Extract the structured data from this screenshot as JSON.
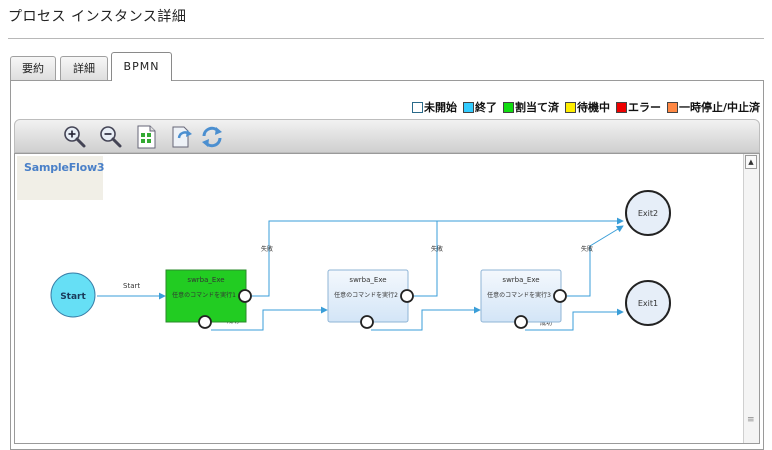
{
  "page": {
    "title": "プロセス インスタンス詳細"
  },
  "tabs": [
    {
      "label": "要約"
    },
    {
      "label": "詳細"
    },
    {
      "label": "BPMN"
    }
  ],
  "legend": [
    {
      "label": "未開始",
      "color": "#ffffff"
    },
    {
      "label": "終了",
      "color": "#33ccff"
    },
    {
      "label": "割当て済",
      "color": "#11dd11"
    },
    {
      "label": "待機中",
      "color": "#ffee00"
    },
    {
      "label": "エラー",
      "color": "#ee0000"
    },
    {
      "label": "一時停止/中止済",
      "color": "#ff8844"
    }
  ],
  "toolbar": {
    "tools": [
      {
        "name": "zoom-in-icon"
      },
      {
        "name": "zoom-out-icon"
      },
      {
        "name": "fit-page-icon"
      },
      {
        "name": "export-icon"
      },
      {
        "name": "refresh-icon"
      }
    ]
  },
  "diagram": {
    "flow_name": "SampleFlow3",
    "start": {
      "label": "Start"
    },
    "tasks": [
      {
        "title": "swrba_Exe",
        "desc": "任意のコマンドを実行1",
        "state": "assigned"
      },
      {
        "title": "swrba_Exe",
        "desc": "任意のコマンドを実行2",
        "state": "not-started"
      },
      {
        "title": "swrba_Exe",
        "desc": "任意のコマンドを実行3",
        "state": "not-started"
      }
    ],
    "ends": [
      {
        "label": "Exit2"
      },
      {
        "label": "Exit1"
      }
    ],
    "edge_labels": {
      "start": "Start",
      "fail": "失敗",
      "success": "成功"
    },
    "colors": {
      "start_fill": "#66dff5",
      "assigned_fill": "#22cc22",
      "task_fill": "#e2effb",
      "end_fill": "#e6eef8",
      "edge": "#3a9ed8"
    }
  }
}
